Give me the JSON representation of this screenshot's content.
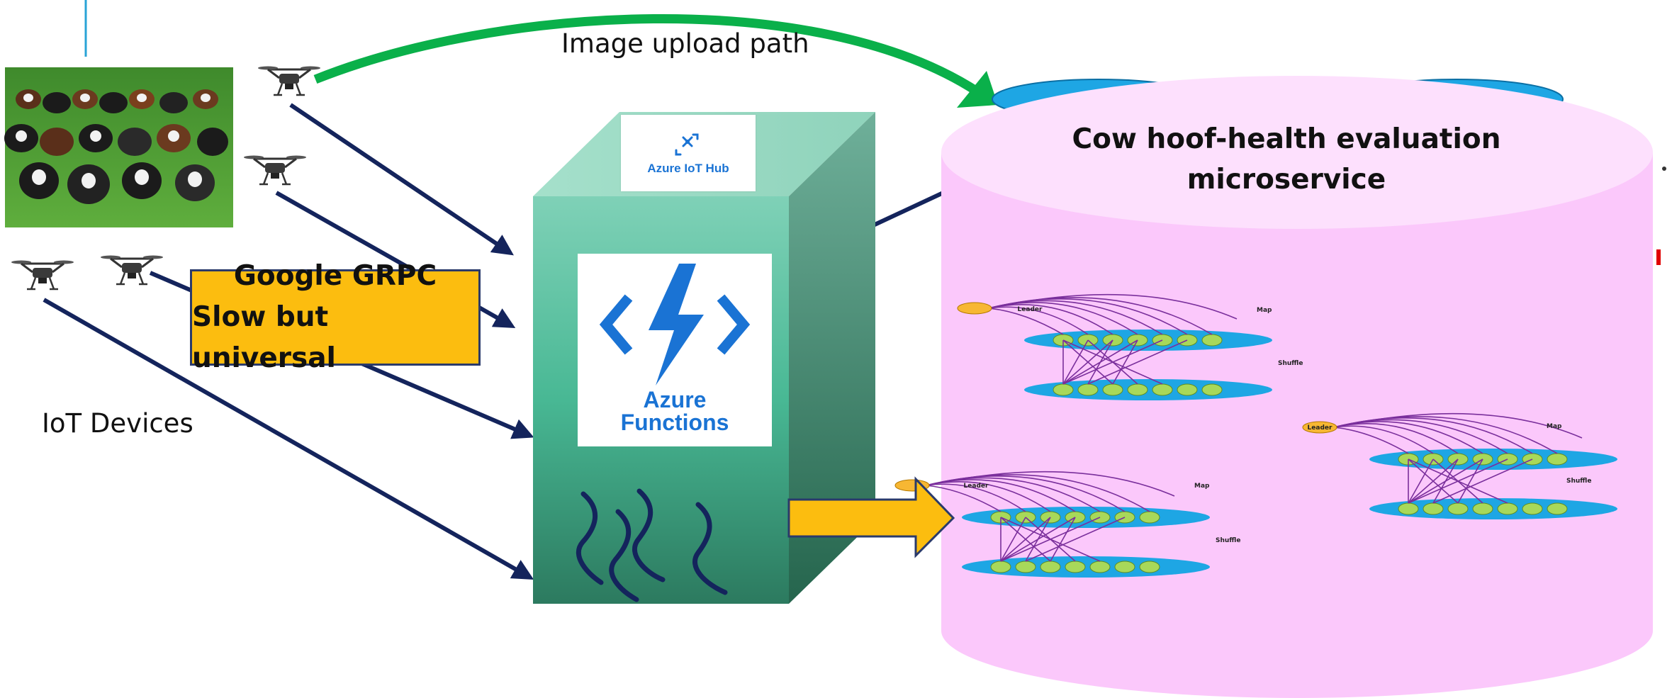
{
  "labels": {
    "image_upload_path": "Image upload path",
    "iot_devices": "IoT Devices",
    "grpc_line1": "Google GRPC",
    "grpc_line2": "Slow but universal",
    "azure_iot_hub": "Azure IoT Hub",
    "azure_functions_line1": "Azure",
    "azure_functions_line2": "Functions",
    "microservice_line1": "Cow hoof-health evaluation",
    "microservice_line2": "microservice"
  },
  "cluster_graph": {
    "leader_label": "Leader",
    "map_label": "Map",
    "shuffle_label": "Shuffle"
  },
  "colors": {
    "upload_arrow": "#0ab04a",
    "device_arrows": "#14245c",
    "grpc_box": "#fcbd0f",
    "azure_blue": "#1a73d4",
    "cylinder_pink": "#fbc8fb",
    "cylinder_top": "#fde0fd",
    "box_teal": "#4fb996",
    "cluster_oval": "#1ea6e4",
    "cluster_node": "#a8d85a",
    "leader_node": "#f7b733",
    "cluster_edges": "#7a2f9c",
    "yellow_arrow": "#fcbd0f"
  },
  "icons": [
    "drone-icon",
    "azure-iot-hub-icon",
    "azure-functions-icon",
    "wave-icon",
    "cattle-photo"
  ]
}
